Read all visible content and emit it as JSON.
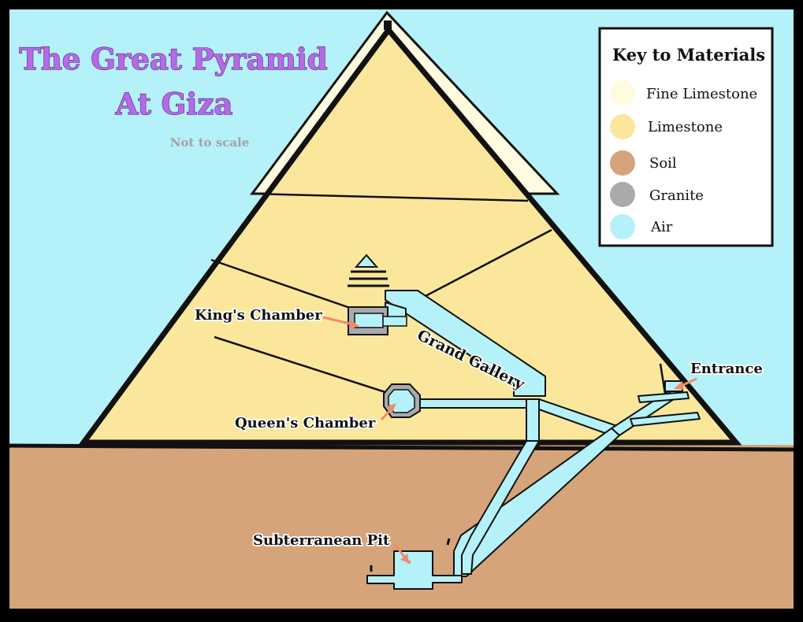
{
  "title": {
    "line1": "The Great Pyramid",
    "line2": "At Giza",
    "note": "Not to scale"
  },
  "labels": {
    "kings_chamber": "King's Chamber",
    "grand_gallery": "Grand Gallery",
    "queens_chamber": "Queen's Chamber",
    "entrance": "Entrance",
    "subterranean_pit": "Subterranean Pit"
  },
  "key": {
    "title": "Key to Materials",
    "items": [
      {
        "label": "Fine Limestone",
        "color": "#fffbe0"
      },
      {
        "label": "Limestone",
        "color": "#fbe79c"
      },
      {
        "label": "Soil",
        "color": "#d6a47a"
      },
      {
        "label": "Granite",
        "color": "#aaaaaa"
      },
      {
        "label": "Air",
        "color": "#b5f1f8"
      }
    ]
  },
  "colors": {
    "sky": "#b5f1f8",
    "limestone": "#fbe79c",
    "fine_limestone": "#fffbe0",
    "soil": "#d6a47a",
    "granite": "#aaaaaa",
    "air": "#b5f1f8",
    "outline": "#111111",
    "arrow": "#f08a6c",
    "title_fill": "#b46be6"
  }
}
